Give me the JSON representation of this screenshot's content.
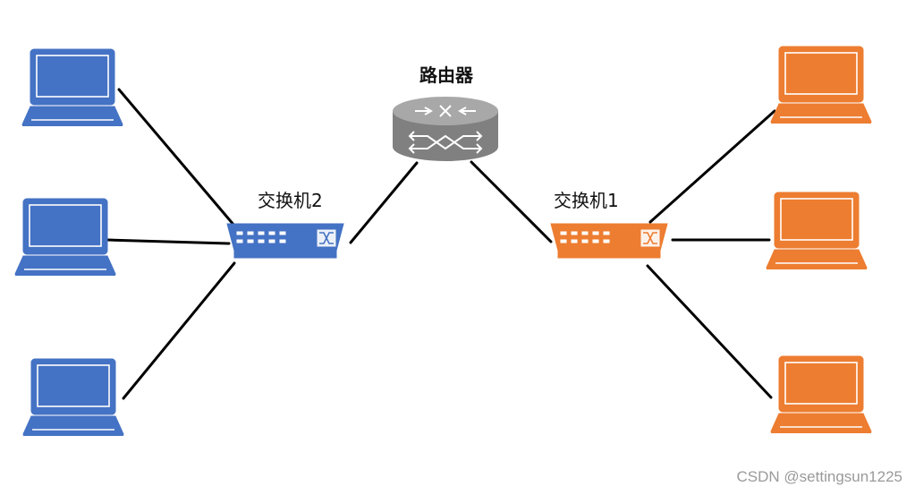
{
  "labels": {
    "router": "路由器",
    "switch_left": "交换机2",
    "switch_right": "交换机1"
  },
  "watermark": "CSDN @settingsun1225",
  "colors": {
    "left_group": "#4472C4",
    "right_group": "#ED7D31",
    "router": "#8C8C8C",
    "link": "#000000"
  },
  "icons": {
    "router": "router-icon",
    "switch": "switch-icon",
    "laptop": "laptop-icon"
  }
}
